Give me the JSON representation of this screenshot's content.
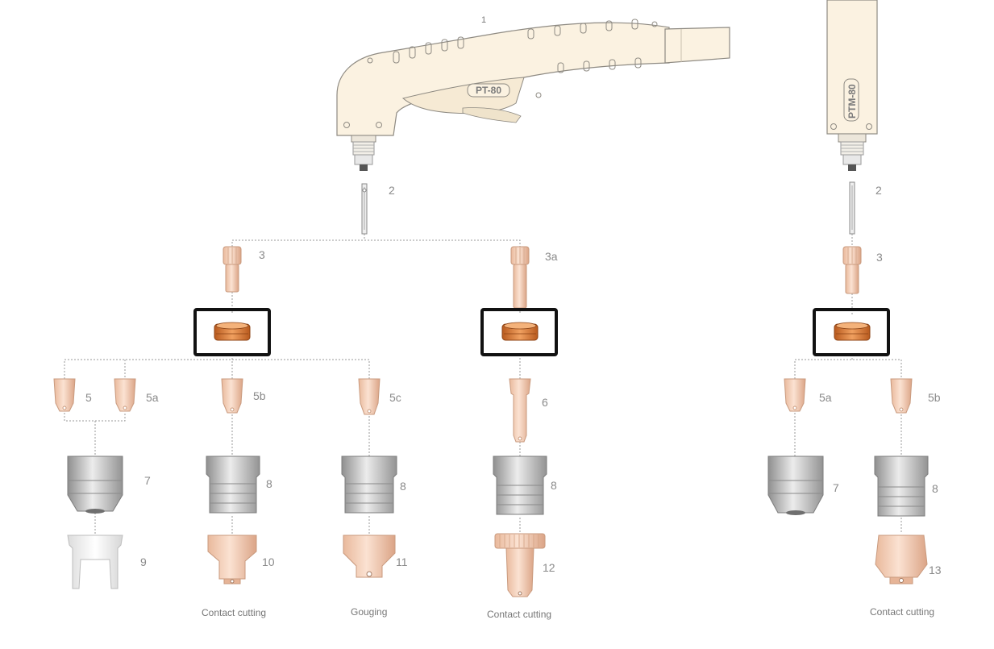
{
  "diagram": {
    "torch_left": {
      "model": "PT-80",
      "part_number": "1"
    },
    "torch_right": {
      "model": "PTM-80"
    },
    "labels": {
      "left_rod": "2",
      "right_rod": "2",
      "electrode_left": "3",
      "electrode_long": "3a",
      "electrode_right": "3",
      "tip_5": "5",
      "tip_5a": "5a",
      "tip_5b": "5b",
      "tip_5c": "5c",
      "tip_6": "6",
      "right_tip_5a": "5a",
      "right_tip_5b": "5b",
      "cup_7": "7",
      "cup_8_a": "8",
      "cup_8_b": "8",
      "cup_8_c": "8",
      "right_cup_7": "7",
      "right_cup_8": "8",
      "part_9": "9",
      "part_10": "10",
      "part_11": "11",
      "part_12": "12",
      "part_13": "13"
    },
    "captions": {
      "col_10": "Contact cutting",
      "col_11": "Gouging",
      "col_12": "Contact cutting",
      "col_13": "Contact cutting"
    },
    "highlighted_part": "swirl-ring",
    "colors": {
      "torch_body": "#fbf2e1",
      "torch_outline": "#8e8a82",
      "copper_light": "#f6d7c2",
      "copper_dark": "#d9a88a",
      "swirl_ring": "#d9742b",
      "metal_light": "#e3e3e3",
      "metal_dark": "#9c9c9c",
      "highlight_border": "#111111"
    }
  }
}
